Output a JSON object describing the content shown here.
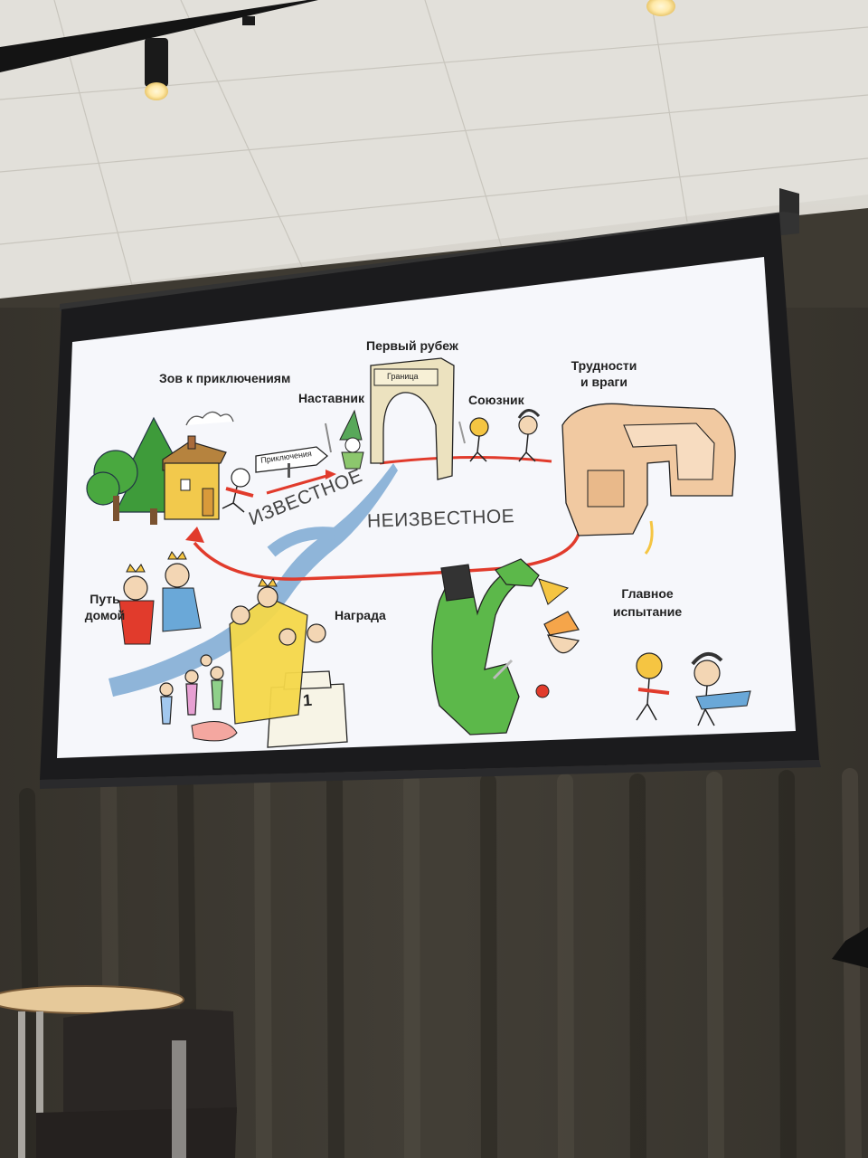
{
  "slide": {
    "labels": {
      "call": "Зов к приключениям",
      "threshold": "Первый рубеж",
      "mentor": "Наставник",
      "ally": "Союзник",
      "trials_line1": "Трудности",
      "trials_line2": "и враги",
      "known": "ИЗВЕСТНОЕ",
      "unknown": "НЕИЗВЕСТНОЕ",
      "road_home_line1": "Путь",
      "road_home_line2": "домой",
      "reward": "Награда",
      "ordeal_line1": "Главное",
      "ordeal_line2": "испытание",
      "sign_text": "Приключения",
      "gate_text": "Граница",
      "podium_number": "1"
    }
  },
  "colors": {
    "wall": "#403b33",
    "ceiling": "#dedcd6",
    "curtain": "#3b3830",
    "screen_border": "#1c1c1e",
    "screen_surface": "#f7f8fb",
    "path_red": "#e13b2c",
    "river_blue": "#8fb5d9",
    "dragon_green": "#5cb84a",
    "house_yellow": "#f2c94c",
    "castle_tan": "#f1c9a1",
    "gate_beige": "#ece2bf"
  }
}
